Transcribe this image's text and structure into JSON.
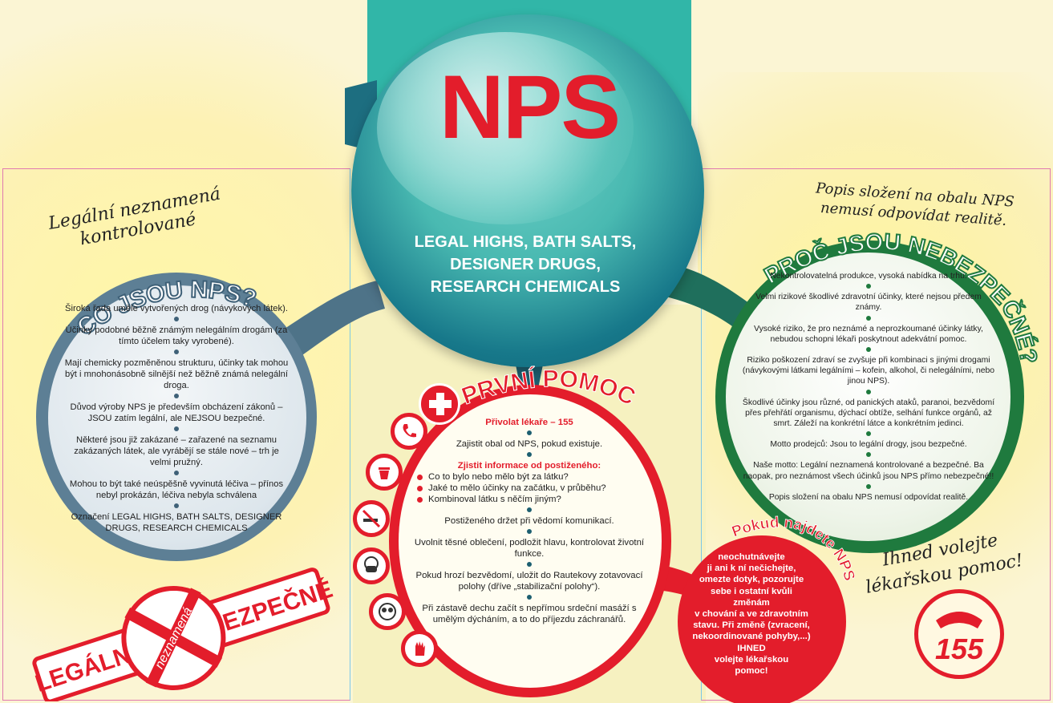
{
  "main": {
    "title": "NPS",
    "subtitle_lines": [
      "LEGAL HIGHS, BATH SALTS,",
      "DESIGNER DRUGS,",
      "RESEARCH CHEMICALS"
    ]
  },
  "left": {
    "script_line1": "Legální neznamená",
    "script_line2": "kontrolované",
    "heading": "CO JSOU NPS?",
    "items": [
      "Široká řada uměle vytvořených drog (návykových látek).",
      "Účinky podobné běžně známým nelegálním drogám (za tímto účelem taky vyrobené).",
      "Mají chemicky pozměněnou strukturu, účinky tak mohou být i mnohonásobně silnější než běžně známá nelegální droga.",
      "Důvod výroby NPS je především obcházení zákonů – JSOU zatím legální, ale NEJSOU bezpečné.",
      "Některé jsou již zakázané – zařazené na seznamu zakázaných látek, ale vyrábějí se stále nové – trh je velmi pružný.",
      "Mohou to být také neúspěšně vyvinutá léčiva – přínos nebyl prokázán, léčiva nebyla schválena",
      "Označení LEGAL HIGHS, BATH SALTS, DESIGNER DRUGS, RESEARCH CHEMICALS"
    ]
  },
  "stamp": {
    "word_left": "LEGÁLNÍ",
    "word_middle": "neznamená",
    "word_right": "BEZPEČNÉ"
  },
  "center": {
    "heading": "PRVNÍ POMOC",
    "call_heading": "Přivolat lékaře – 155",
    "item1": "Zajistit obal od NPS, pokud existuje.",
    "info_heading": "Zjistit informace od postiženého:",
    "bullets": [
      "Co to bylo nebo mělo být za látku?",
      "Jaké to mělo účinky na začátku, v průběhu?",
      "Kombinoval látku s něčím jiným?"
    ],
    "items": [
      "Postiženého držet při vědomí komunikací.",
      "Uvolnit těsné oblečení, podložit hlavu, kontrolovat životní funkce.",
      "Pokud hrozí bezvědomí, uložit do Rautekovy zotavovací polohy (dříve „stabilizační polohy“).",
      "Při zástavě dechu začít s nepřímou srdeční masáží s umělým dýcháním, a to do příjezdu záchranářů."
    ],
    "icons": [
      "phone-icon",
      "trash-bin-icon",
      "no-smoking-icon",
      "face-mask-icon",
      "goggles-icon",
      "gloves-icon"
    ]
  },
  "pokud": {
    "heading": "Pokud najdete NPS",
    "lines": [
      "neochutnávejte",
      "ji ani k ní nečichejte,",
      "omezte dotyk, pozorujte",
      "sebe i ostatní kvůli změnám",
      "v chování a ve zdravotním",
      "stavu. Při změně (zvracení,",
      "nekoordinované pohyby,...)",
      "IHNED",
      "volejte lékařskou",
      "pomoc!"
    ]
  },
  "right": {
    "script_line1": "Popis složení na obalu NPS",
    "script_line2": "nemusí odpovídat realitě.",
    "heading": "PROČ JSOU NEBEZPEČNÉ?",
    "items": [
      "Nekontrolovatelná produkce, vysoká nabídka na trhu.",
      "Velmi rizikové škodlivé zdravotní účinky, které nejsou předem známy.",
      "Vysoké riziko, že pro neznámé a neprozkoumané účinky látky, nebudou schopni lékaři poskytnout adekvátní pomoc.",
      "Riziko poškození zdraví se zvyšuje při kombinaci s jinými drogami (návykovými látkami legálními – kofein, alkohol, či nelegálními, nebo jinou NPS).",
      "Škodlivé účinky jsou různé, od panických ataků, paranoi, bezvědomí přes přehřátí organismu, dýchací obtíže, selhání funkce orgánů, až smrt. Záleží na konkrétní látce a konkrétním jedinci.",
      "Motto prodejců: Jsou to legální drogy, jsou bezpečné.",
      "Naše motto: Legální neznamená kontrolované a bezpečné. Ba naopak, pro neznámost všech účinků jsou NPS přímo nebezpečné!!",
      "Popis složení na obalu NPS nemusí odpovídat realitě."
    ],
    "call_script_line1": "Ihned volejte",
    "call_script_line2": "lékařskou pomoc!",
    "emergency_number": "155"
  },
  "colors": {
    "red": "#e31d2b",
    "teal": "#17788a",
    "green": "#1f7a3e",
    "slate": "#5d7f95"
  }
}
